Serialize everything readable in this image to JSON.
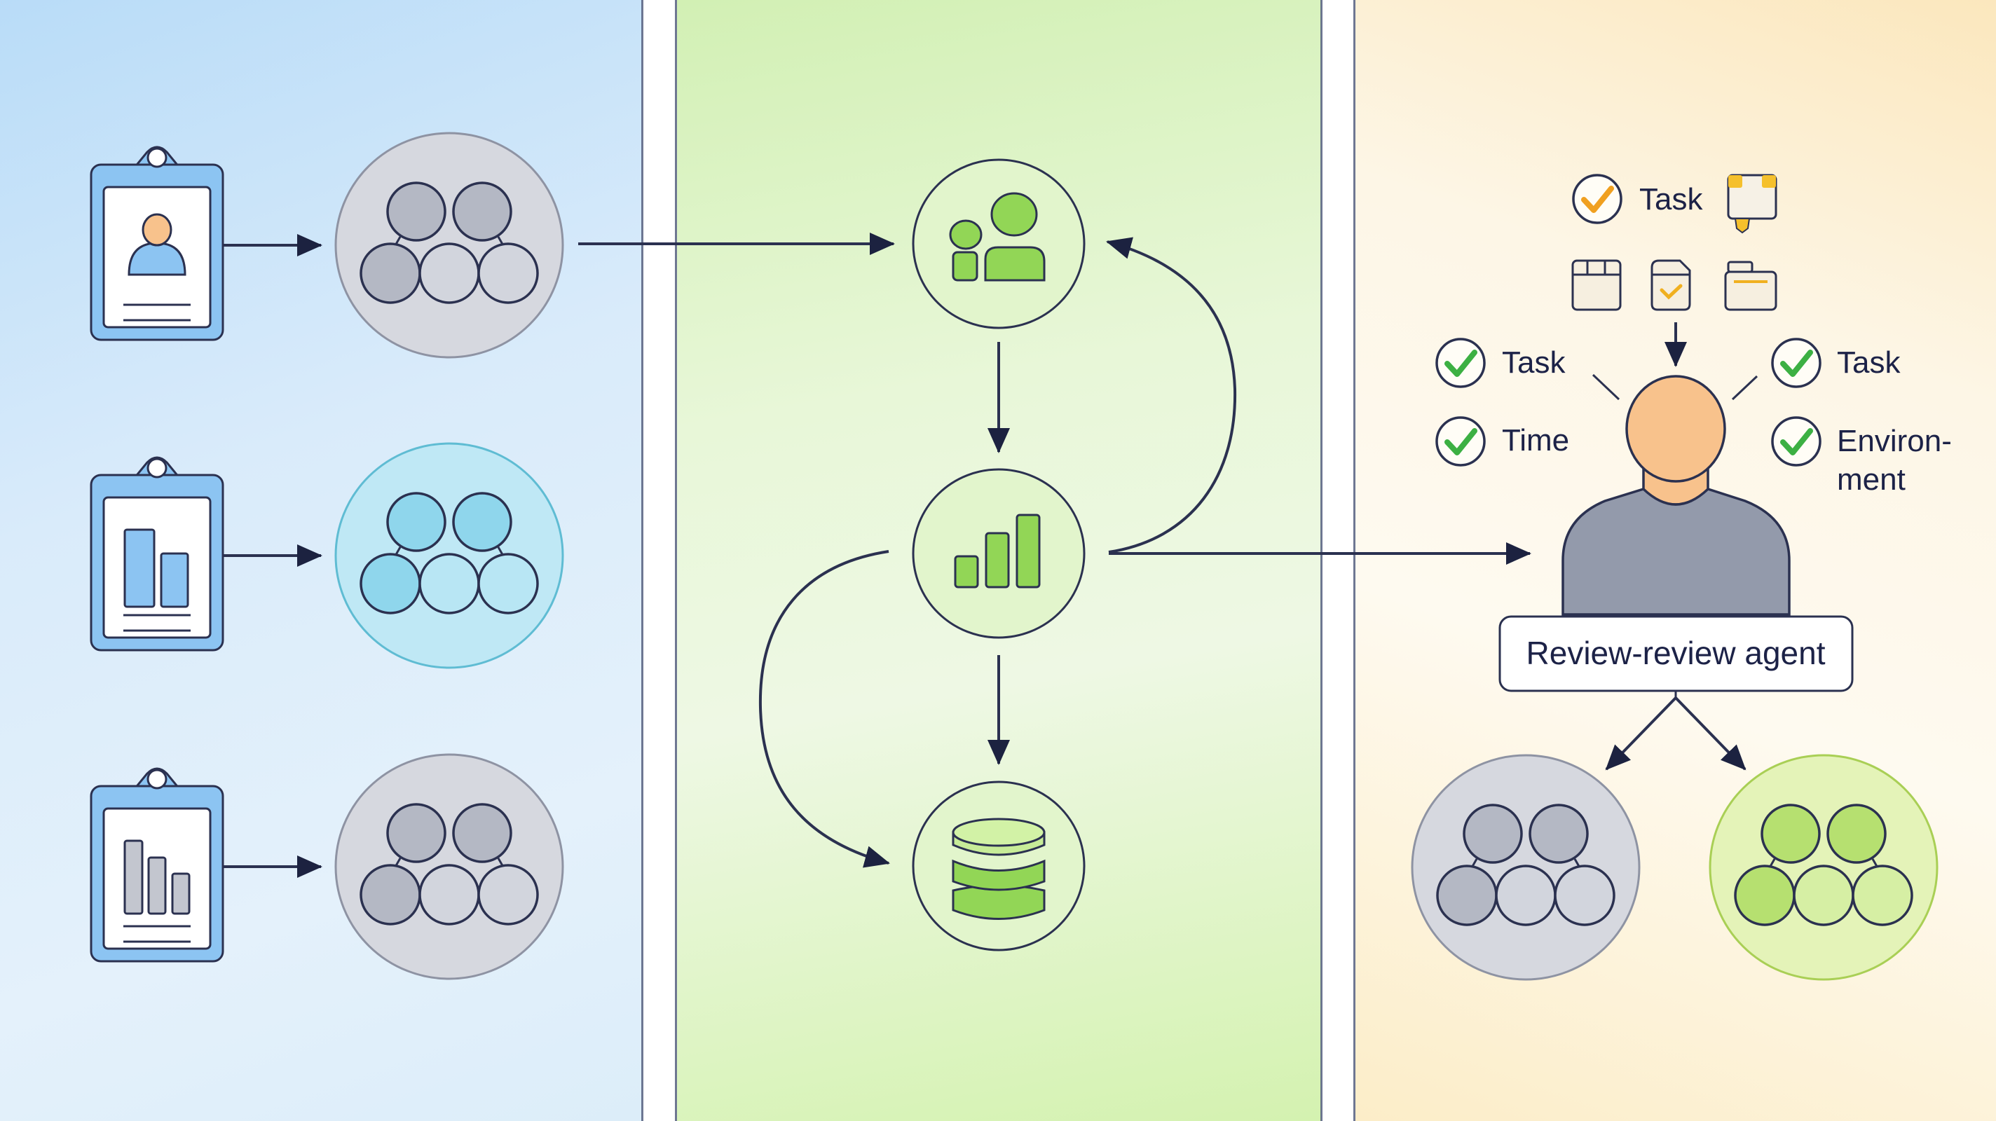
{
  "diagram": {
    "panels": [
      {
        "id": "left",
        "name": "input-panel",
        "theme_color": "#cde5f9"
      },
      {
        "id": "middle",
        "name": "processing-panel",
        "theme_color": "#def4c8"
      },
      {
        "id": "right",
        "name": "review-panel",
        "theme_color": "#fdf3dc"
      }
    ],
    "left_panel": {
      "rows": [
        {
          "badge_icon": "id-badge-person-icon",
          "cluster_color": "gray"
        },
        {
          "badge_icon": "id-badge-bar-chart-icon",
          "cluster_color": "cyan"
        },
        {
          "badge_icon": "id-badge-descending-bars-icon",
          "cluster_color": "gray"
        }
      ]
    },
    "middle_panel": {
      "nodes": [
        {
          "icon": "users-icon"
        },
        {
          "icon": "bar-chart-icon"
        },
        {
          "icon": "database-icon"
        }
      ]
    },
    "right_panel": {
      "top_check": {
        "label": "Task",
        "check_color": "#f0a020"
      },
      "left_checks": [
        {
          "label": "Task"
        },
        {
          "label": "Time"
        }
      ],
      "right_checks": [
        {
          "label": "Task"
        },
        {
          "label_line1": "Environ-",
          "label_line2": "ment"
        }
      ],
      "agent_label": "Review-review agent",
      "output_clusters": [
        {
          "cluster_color": "gray"
        },
        {
          "cluster_color": "green"
        }
      ]
    },
    "colors": {
      "stroke": "#2b3150",
      "badge_blue": "#8cc4f2",
      "accent_green": "#8fd14f",
      "check_green": "#3cb043",
      "check_orange": "#f0a020",
      "skin": "#f8c28c",
      "shirt": "#939aab"
    }
  }
}
